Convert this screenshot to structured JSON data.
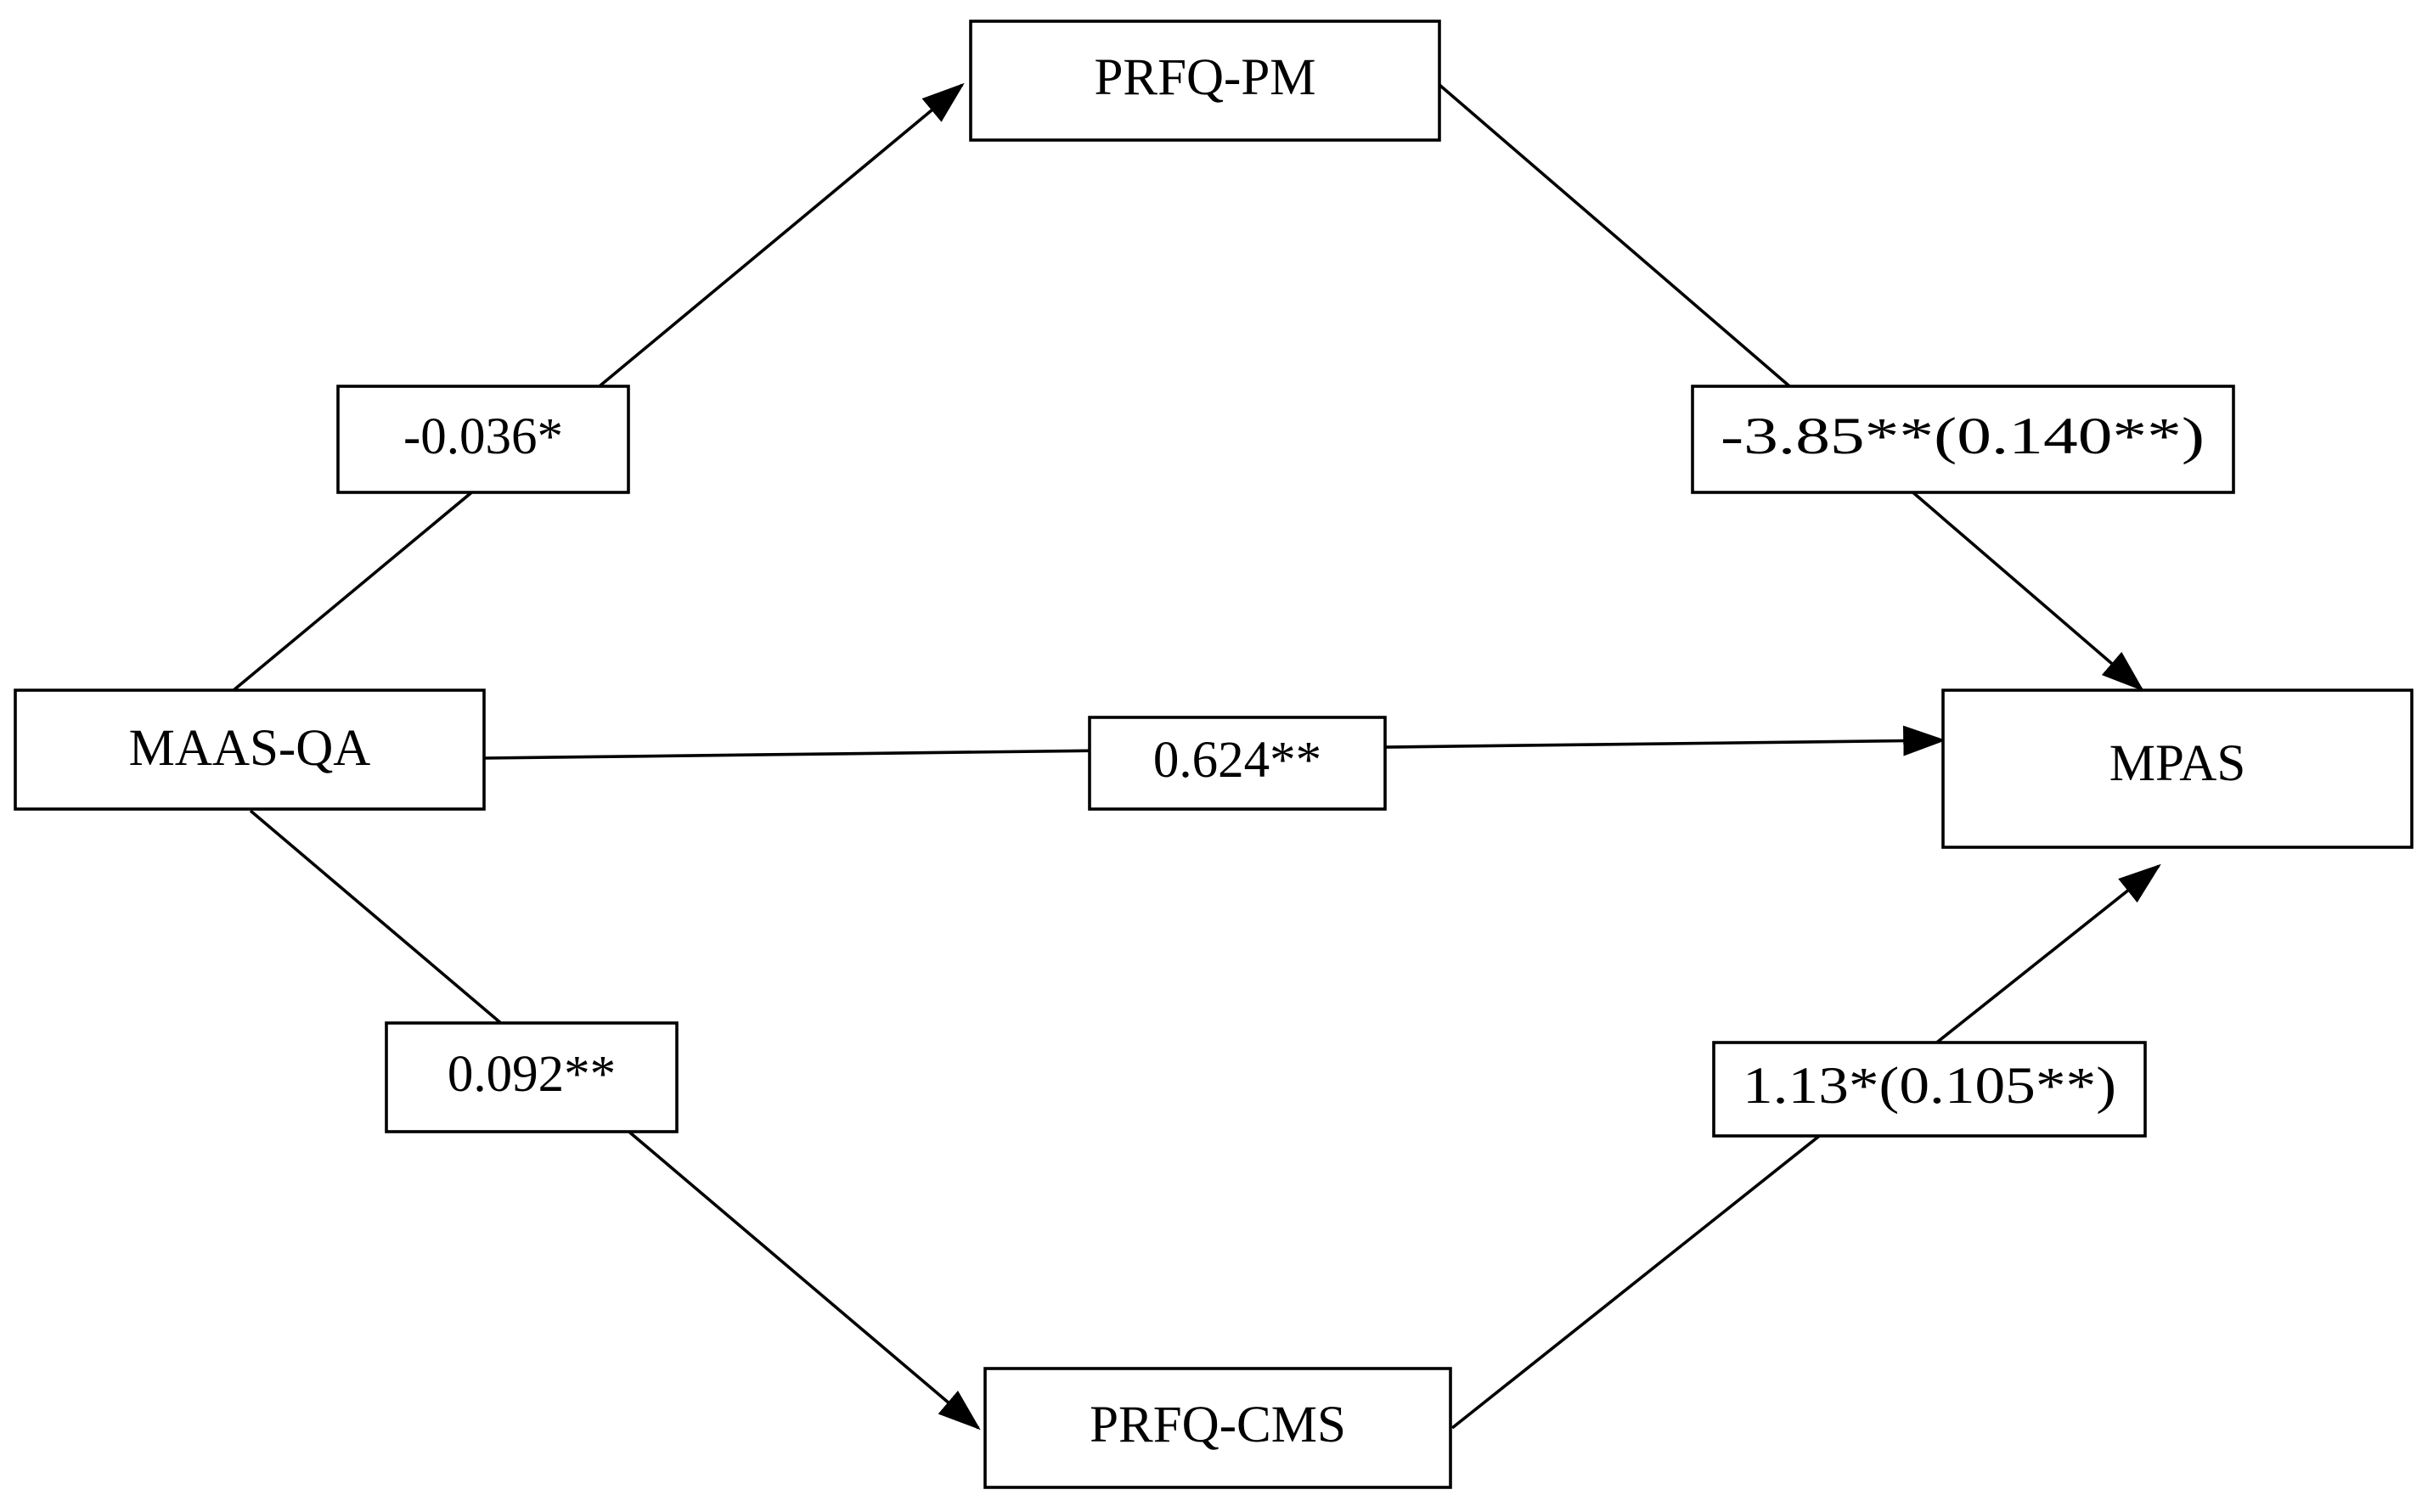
{
  "nodes": {
    "prfq_pm": "PRFQ-PM",
    "maas_qa": "MAAS-QA",
    "mpas": "MPAS",
    "prfq_cms": "PRFQ-CMS"
  },
  "paths": {
    "maas_to_pm": "-0.036*",
    "pm_to_mpas": "-3.85**(0.140**)",
    "maas_to_mpas": "0.624**",
    "maas_to_cms": "0.092**",
    "cms_to_mpas": "1.13*(0.105**)"
  },
  "colors": {
    "stroke": "#000000",
    "background": "#ffffff"
  }
}
